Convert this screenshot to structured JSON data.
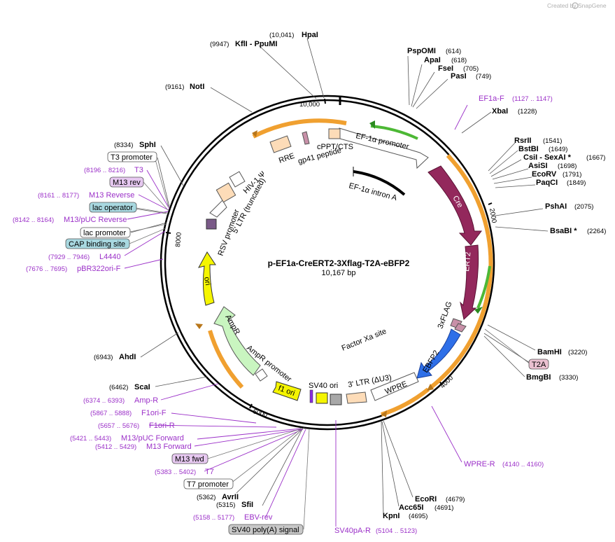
{
  "credit": "Created by SnapGene",
  "map": {
    "name": "p-EF1a-CreERT2-3Xflag-T2A-eBFP2",
    "length": "10,167 bp",
    "ticks": [
      "10,000",
      "2000",
      "4000",
      "6000",
      "8000"
    ]
  },
  "sites_right": [
    {
      "name": "PspOMI",
      "pos": "(614)"
    },
    {
      "name": "ApaI",
      "pos": "(618)"
    },
    {
      "name": "FseI",
      "pos": "(705)"
    },
    {
      "name": "PasI",
      "pos": "(749)"
    },
    {
      "name": "XbaI",
      "pos": "(1228)"
    },
    {
      "name": "RsrII",
      "pos": "(1541)"
    },
    {
      "name": "BstBI",
      "pos": "(1649)"
    },
    {
      "name": "CsiI - SexAI *",
      "pos": "(1667)"
    },
    {
      "name": "AsiSI",
      "pos": "(1698)"
    },
    {
      "name": "EcoRV",
      "pos": "(1791)"
    },
    {
      "name": "PaqCI",
      "pos": "(1849)"
    },
    {
      "name": "PshAI",
      "pos": "(2075)"
    },
    {
      "name": "BsaBI *",
      "pos": "(2264)"
    },
    {
      "name": "BamHI",
      "pos": "(3220)"
    },
    {
      "name": "BmgBI",
      "pos": "(3330)"
    },
    {
      "name": "EcoRI",
      "pos": "(4679)"
    },
    {
      "name": "Acc65I",
      "pos": "(4691)"
    },
    {
      "name": "KpnI",
      "pos": "(4695)"
    }
  ],
  "sites_left": [
    {
      "name": "HpaI",
      "pos": "(10,041)"
    },
    {
      "name": "KflI - PpuMI",
      "pos": "(9947)"
    },
    {
      "name": "NotI",
      "pos": "(9161)"
    },
    {
      "name": "SphI",
      "pos": "(8334)"
    },
    {
      "name": "AhdI",
      "pos": "(6943)"
    },
    {
      "name": "ScaI",
      "pos": "(6462)"
    },
    {
      "name": "AvrII",
      "pos": "(5362)"
    },
    {
      "name": "SfiI",
      "pos": "(5315)"
    }
  ],
  "primers": [
    {
      "name": "EF1a-F",
      "range": "(1127 .. 1147)"
    },
    {
      "name": "WPRE-R",
      "range": "(4140 .. 4160)"
    },
    {
      "name": "T3",
      "range": "(8196 .. 8216)"
    },
    {
      "name": "M13 Reverse",
      "range": "(8161 .. 8177)"
    },
    {
      "name": "M13/pUC Reverse",
      "range": "(8142 .. 8164)"
    },
    {
      "name": "L4440",
      "range": "(7929 .. 7946)"
    },
    {
      "name": "pBR322ori-F",
      "range": "(7676 .. 7695)"
    },
    {
      "name": "Amp-R",
      "range": "(6374 .. 6393)"
    },
    {
      "name": "F1ori-F",
      "range": "(5867 .. 5888)"
    },
    {
      "name": "F1ori-R",
      "range": "(5657 .. 5676)"
    },
    {
      "name": "M13/pUC Forward",
      "range": "(5421 .. 5443)"
    },
    {
      "name": "M13 Forward",
      "range": "(5412 .. 5429)"
    },
    {
      "name": "T7",
      "range": "(5383 .. 5402)"
    },
    {
      "name": "EBV-rev",
      "range": "(5158 .. 5177)"
    },
    {
      "name": "SV40pA-R",
      "range": "(5104 .. 5123)"
    }
  ],
  "boxed": {
    "t3_promoter": "T3 promoter",
    "m13_rev": "M13 rev",
    "lac_operator": "lac operator",
    "lac_promoter": "lac promoter",
    "cap_site": "CAP binding site",
    "t2a": "T2A",
    "m13_fwd": "M13 fwd",
    "t7_promoter": "T7 promoter",
    "sv40_polya": "SV40 poly(A) signal"
  },
  "features": {
    "ef1a_promoter": "EF-1α promoter",
    "cppt": "cPPT/CTS",
    "ef1a_intron": "EF-1α intron A",
    "cre": "Cre",
    "ert2": "ERT2",
    "flag": "3xFLAG",
    "factor_xa": "Factor Xa site",
    "ebfp2": "EBFP2",
    "ltr3": "3' LTR (ΔU3)",
    "wpre": "WPRE",
    "sv40_ori": "SV40 ori",
    "f1_ori": "f1 ori",
    "ampr_promoter": "AmpR promoter",
    "ampr": "AmpR",
    "ori": "ori",
    "rsv": "RSV promoter",
    "ltr5": "5' LTR (truncated)",
    "hiv": "HIV-1 Ψ",
    "rre": "RRE",
    "gp41": "gp41 peptide"
  },
  "colors": {
    "cre": "#93285c",
    "ebfp2": "#2e6fe8",
    "ori": "#f5f500",
    "ampr": "#c9f5c0",
    "primer": "#9b30c8",
    "orange_arc": "#f0a030",
    "green_arc": "#4db835",
    "peach": "#fddcb8",
    "t3_box": "#ffffff",
    "m13_box": "#e6c8f0",
    "lac_box": "#a8d8e0",
    "t2a_box": "#eac0d0",
    "sv40_box": "#c8c8c8"
  }
}
